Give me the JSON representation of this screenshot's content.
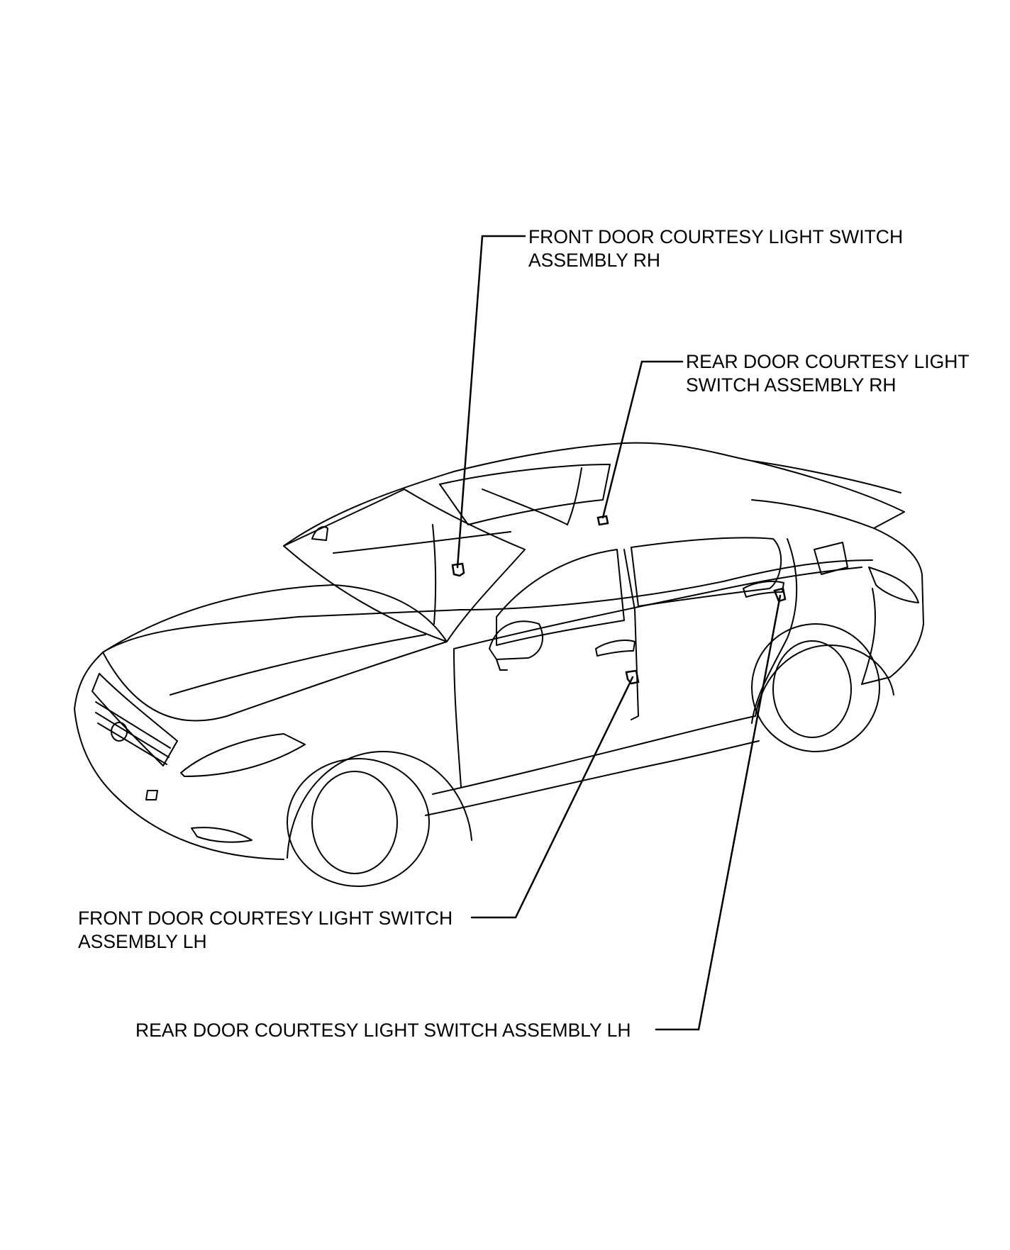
{
  "callouts": {
    "front_rh": {
      "line1": "FRONT DOOR COURTESY LIGHT SWITCH",
      "line2": "ASSEMBLY RH"
    },
    "rear_rh": {
      "line1": "REAR DOOR COURTESY LIGHT",
      "line2": "SWITCH ASSEMBLY RH"
    },
    "front_lh": {
      "line1": "FRONT DOOR COURTESY LIGHT SWITCH",
      "line2": "ASSEMBLY LH"
    },
    "rear_lh": {
      "line1": "REAR DOOR COURTESY LIGHT SWITCH ASSEMBLY LH"
    }
  },
  "colors": {
    "line": "#000000",
    "background": "#ffffff"
  }
}
